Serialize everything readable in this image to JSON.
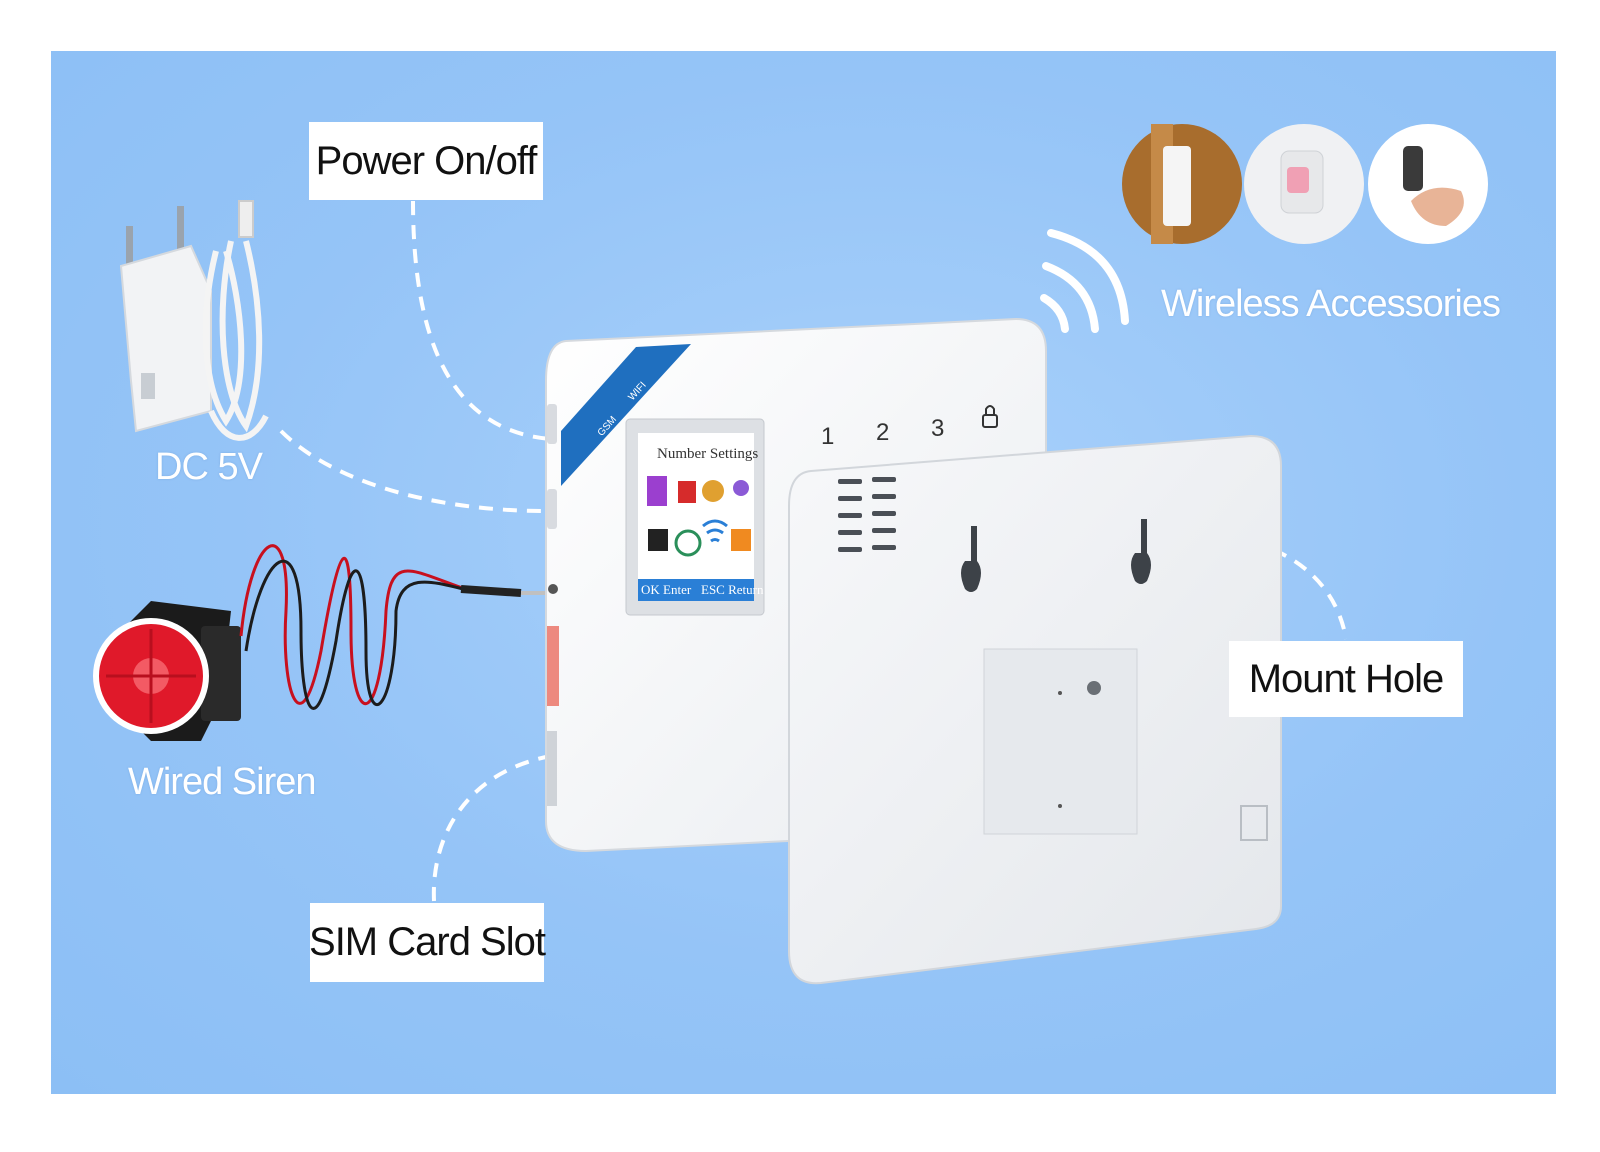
{
  "callouts": {
    "power": "Power On/off",
    "dc": "DC 5V",
    "siren": "Wired Siren",
    "sim": "SIM Card Slot",
    "mount": "Mount Hole",
    "wireless": "Wireless Accessories"
  },
  "device": {
    "screen_title": "Number Settings",
    "screen_ok": "OK Enter",
    "screen_esc": "ESC Return",
    "keys": [
      "1",
      "2",
      "3"
    ],
    "band_gsm": "GSM",
    "band_wifi": "WIFI"
  },
  "colors": {
    "background": "#95c4f7",
    "device_white": "#f4f5f7",
    "band_blue": "#1f6fbf",
    "siren_red": "#e0192a"
  },
  "icons": [
    "power-adapter-icon",
    "usb-cable-icon",
    "siren-icon",
    "wifi-signal-icon",
    "door-sensor-icon",
    "motion-sensor-icon",
    "remote-control-icon",
    "lock-key-icon"
  ]
}
